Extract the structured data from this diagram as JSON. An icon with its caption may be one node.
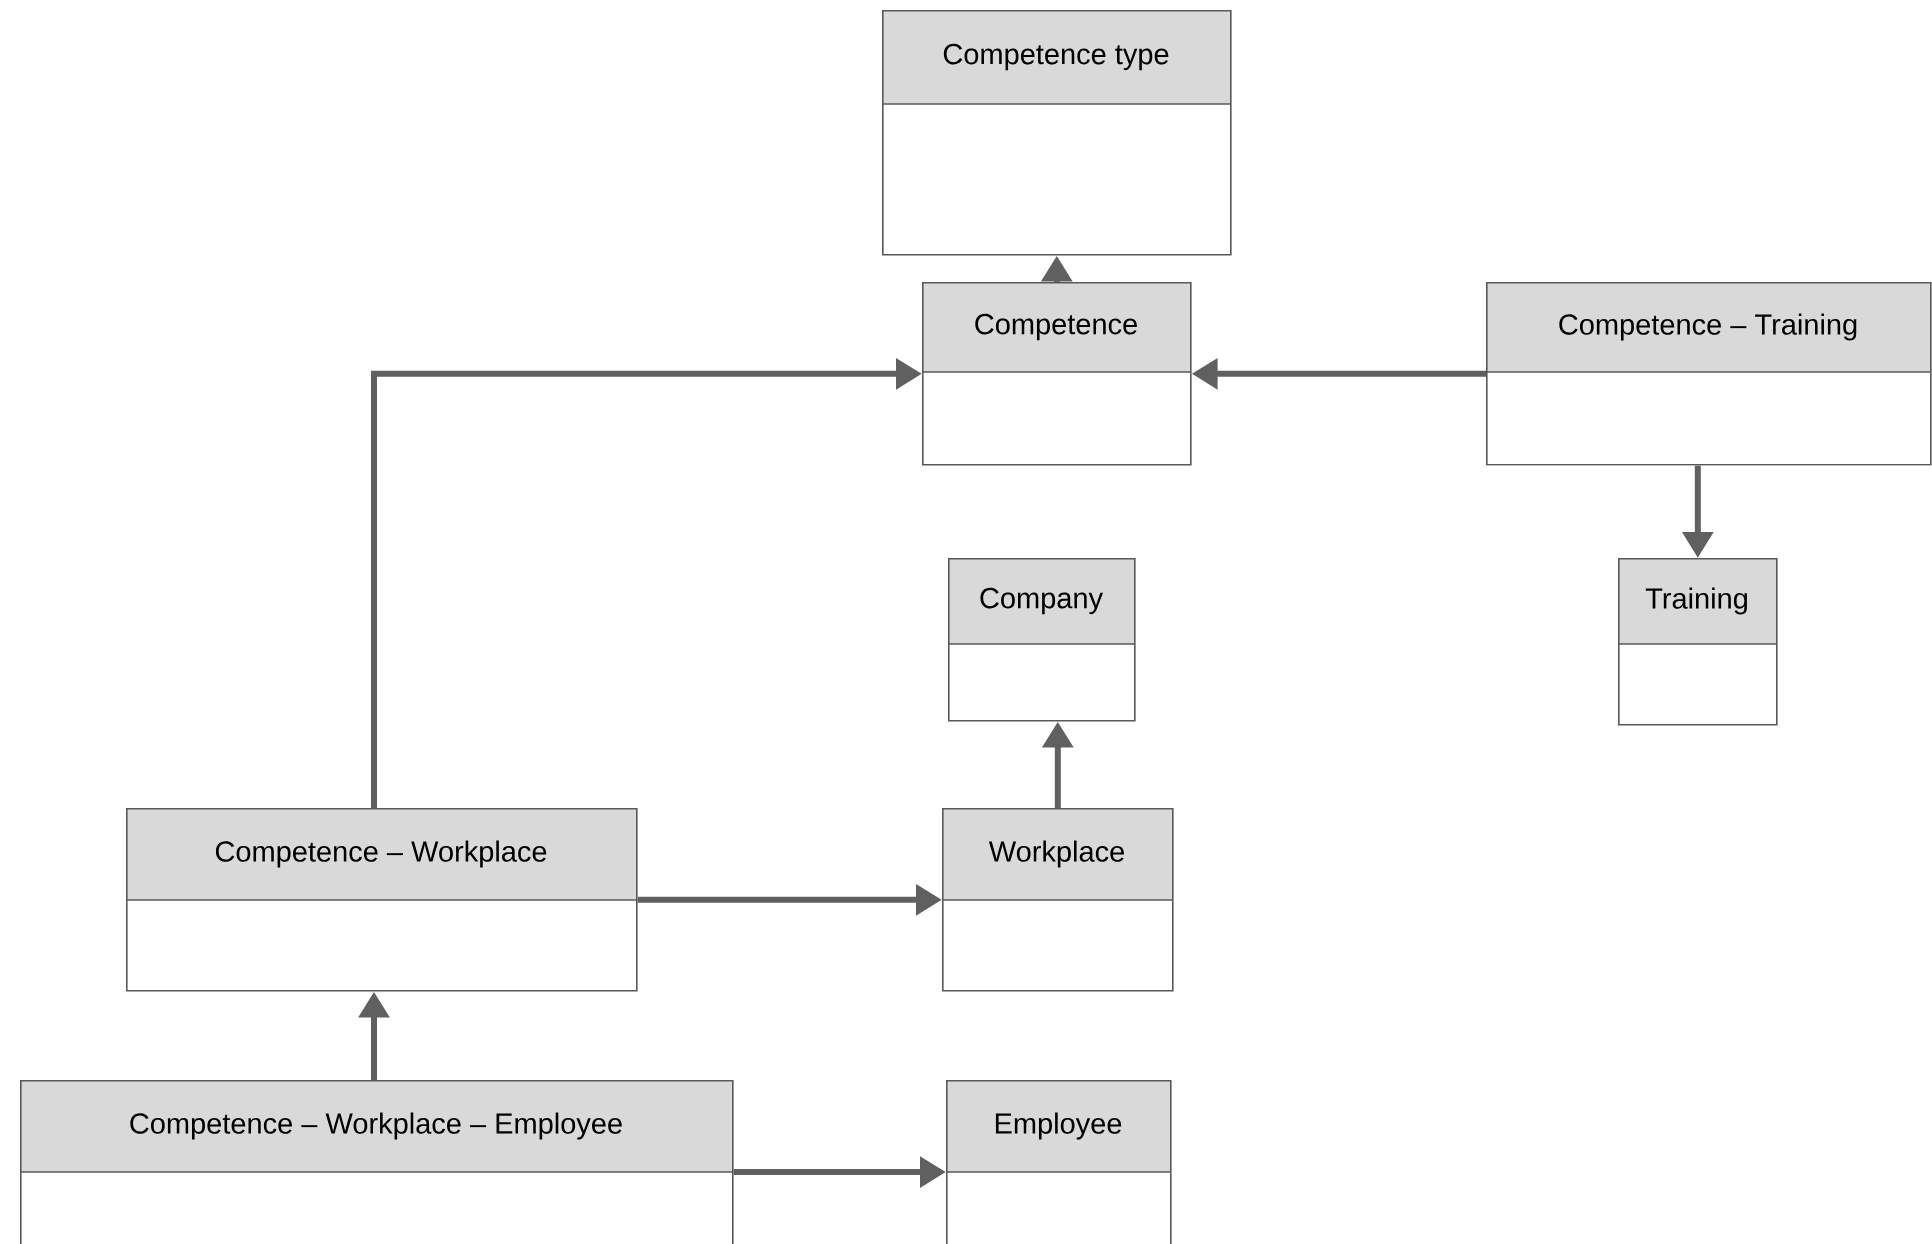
{
  "diagram": {
    "nodes": [
      {
        "text": [
          "Competence type"
        ]
      },
      {
        "text": [
          "Competence"
        ]
      },
      {
        "text": [
          "Competence – Training"
        ]
      },
      {
        "text": [
          "Company"
        ]
      },
      {
        "text": [
          "Training"
        ]
      },
      {
        "text": [
          "Competence – Workplace"
        ]
      },
      {
        "text": [
          "Workplace"
        ]
      },
      {
        "text": [
          "Competence – Workplace – Employee"
        ]
      },
      {
        "text": [
          "Employee"
        ]
      }
    ],
    "edges": [
      {
        "from": 1,
        "to": 0,
        "arrow": "to"
      },
      {
        "from": 2,
        "to": 1,
        "arrow": "to"
      },
      {
        "from": 2,
        "to": 4,
        "arrow": "to"
      },
      {
        "from": 5,
        "to": 1,
        "arrow": "to"
      },
      {
        "from": 6,
        "to": 3,
        "arrow": "to"
      },
      {
        "from": 5,
        "to": 6,
        "arrow": "to"
      },
      {
        "from": 7,
        "to": 5,
        "arrow": "to"
      },
      {
        "from": 7,
        "to": 8,
        "arrow": "to"
      }
    ]
  }
}
